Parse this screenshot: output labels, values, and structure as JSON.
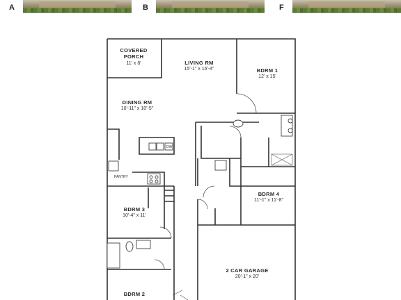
{
  "elevations": [
    {
      "letter": "A"
    },
    {
      "letter": "B"
    },
    {
      "letter": "F"
    }
  ],
  "rooms": {
    "covered_porch": {
      "name_line1": "COVERED",
      "name_line2": "PORCH",
      "dim": "11' x 8'"
    },
    "living": {
      "name": "LIVING RM",
      "dim": "15'-1\" x 16'-4\""
    },
    "bdrm1": {
      "name": "BDRM 1",
      "dim": "12' x 15'"
    },
    "dining": {
      "name": "DINING RM",
      "dim": "10'-11\" x 10'-5\""
    },
    "bdrm4": {
      "name": "BDRM 4",
      "dim": "11'-1\" x 11'-8\""
    },
    "bdrm3": {
      "name": "BDRM 3",
      "dim": "10'-4\" x 11'"
    },
    "garage": {
      "name": "2 CAR GARAGE",
      "dim": "20'-1\" x 20'"
    },
    "bdrm2": {
      "name": "BDRM 2",
      "dim": ""
    }
  },
  "fixtures": {
    "pantry": "PANTRY",
    "dw": "DW"
  }
}
